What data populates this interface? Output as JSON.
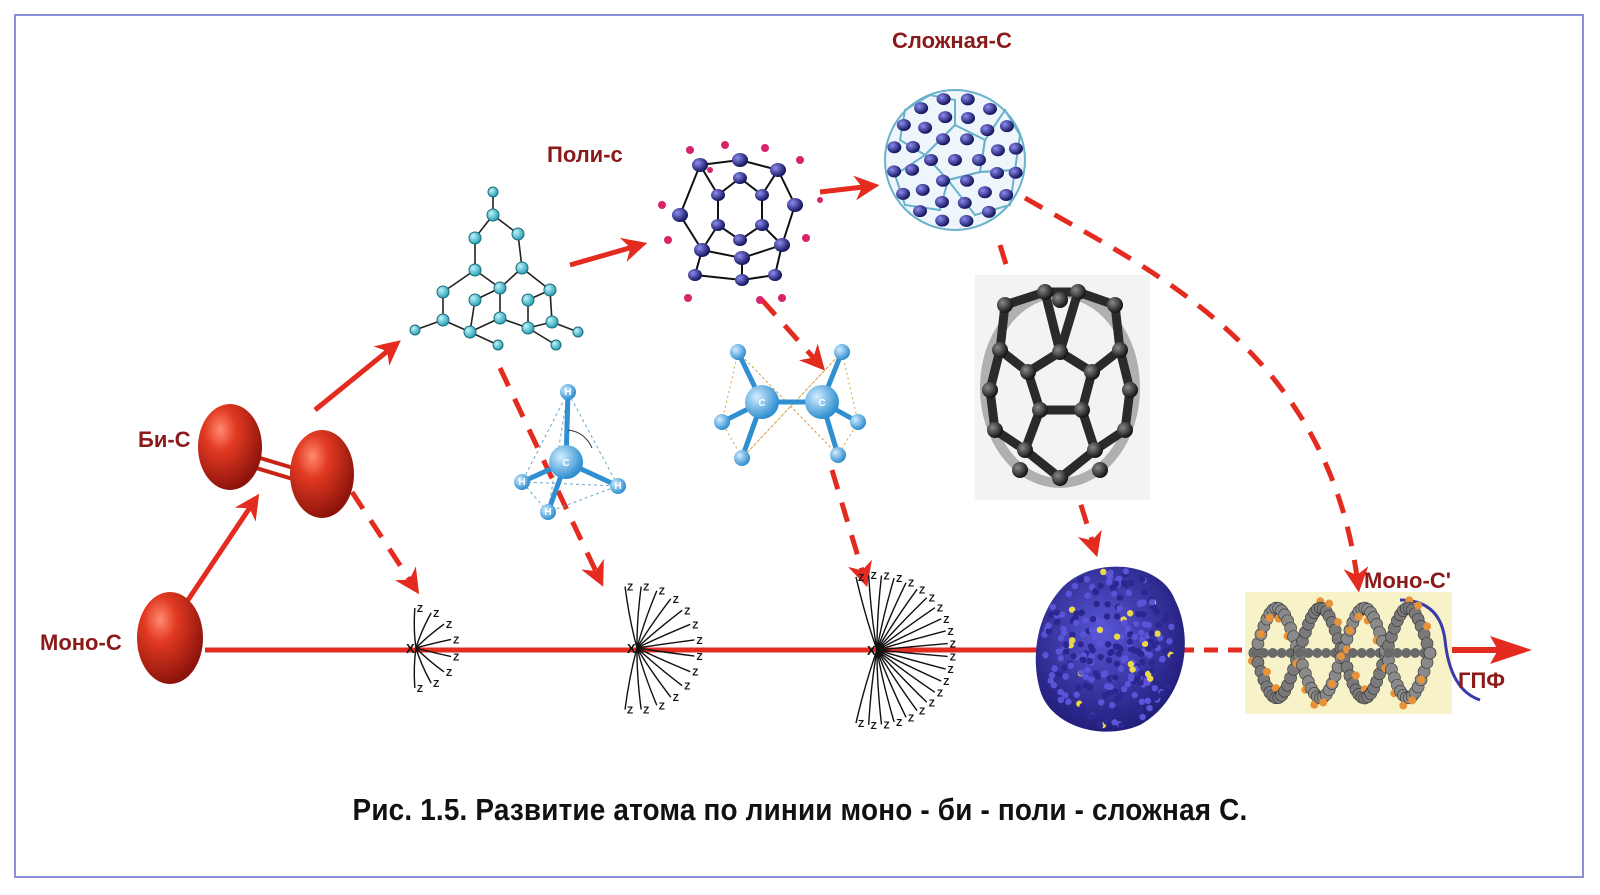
{
  "labels": {
    "mono_c": "Моно-С",
    "bi_c": "Би-С",
    "poli_c": "Поли-с",
    "slozhnaya_c": "Сложная-С",
    "mono_c_prime": "Моно-С'",
    "gpf": "ГПФ"
  },
  "atom_letters": {
    "hydrogen": "H",
    "carbon": "C",
    "tree_leaf": "Z",
    "tree_root": "X"
  },
  "caption": "Рис. 1.5.  Развитие атома по линии моно - би - поли - сложная С.",
  "colors": {
    "arrow": "#e42b1f",
    "label": "#8b1a1a",
    "frame": "#8b8fd6",
    "sphere": "#d42a1a",
    "cyan_atom": "#5ec8d8",
    "blue_atom": "#2a2a8a",
    "protein": "#3a36a8"
  },
  "icons": [
    "mono-atom-sphere",
    "bi-atom-dumbbell",
    "diamond-lattice",
    "polycyclic-ring",
    "methane-tetrahedron",
    "ethane-model",
    "fullerene-blue",
    "fullerene-black",
    "dendrimer-tree",
    "protein-globule",
    "dna-helix",
    "arrow-icon"
  ]
}
